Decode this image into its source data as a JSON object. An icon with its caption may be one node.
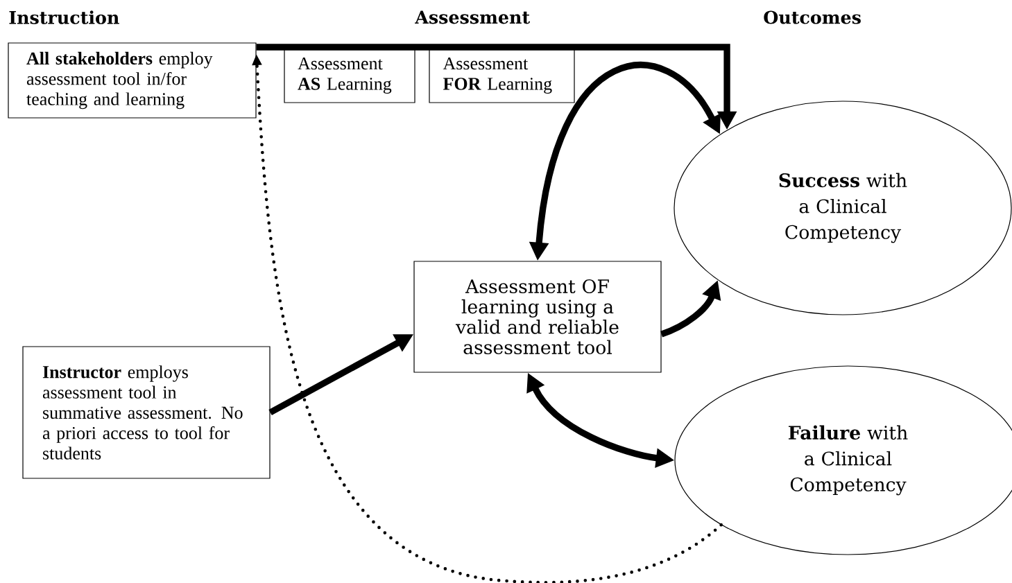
{
  "diagram": {
    "nodes": [
      {
        "text": [
          "**All stakeholders** employ assessment tool in/for teaching and learning"
        ]
      },
      {
        "text": [
          "Assessment **AS** Learning"
        ]
      },
      {
        "text": [
          "Assessment **FOR** Learning"
        ]
      },
      {
        "text": [
          "**Success** with a Clinical Competency"
        ]
      },
      {
        "text": [
          "Assessment OF learning using a valid and reliable assessment tool"
        ]
      },
      {
        "text": [
          "**Instructor** employs assessment tool in summative assessment.  No a priori access to tool for students"
        ]
      },
      {
        "text": [
          "**Failure** with a Clinical Competency"
        ]
      }
    ],
    "edges": [
      {
        "from": 0,
        "to": 3,
        "arrow": "to"
      },
      {
        "from": 3,
        "to": 4,
        "arrow": "both"
      },
      {
        "from": 4,
        "to": 3,
        "arrow": "to"
      },
      {
        "from": 5,
        "to": 4,
        "arrow": "to"
      },
      {
        "from": 4,
        "to": 6,
        "arrow": "both"
      },
      {
        "from": 6,
        "to": 0,
        "arrow": "to",
        "style": "dashed"
      }
    ],
    "labels": [
      "Instruction",
      "Assessment",
      "Outcomes"
    ]
  }
}
